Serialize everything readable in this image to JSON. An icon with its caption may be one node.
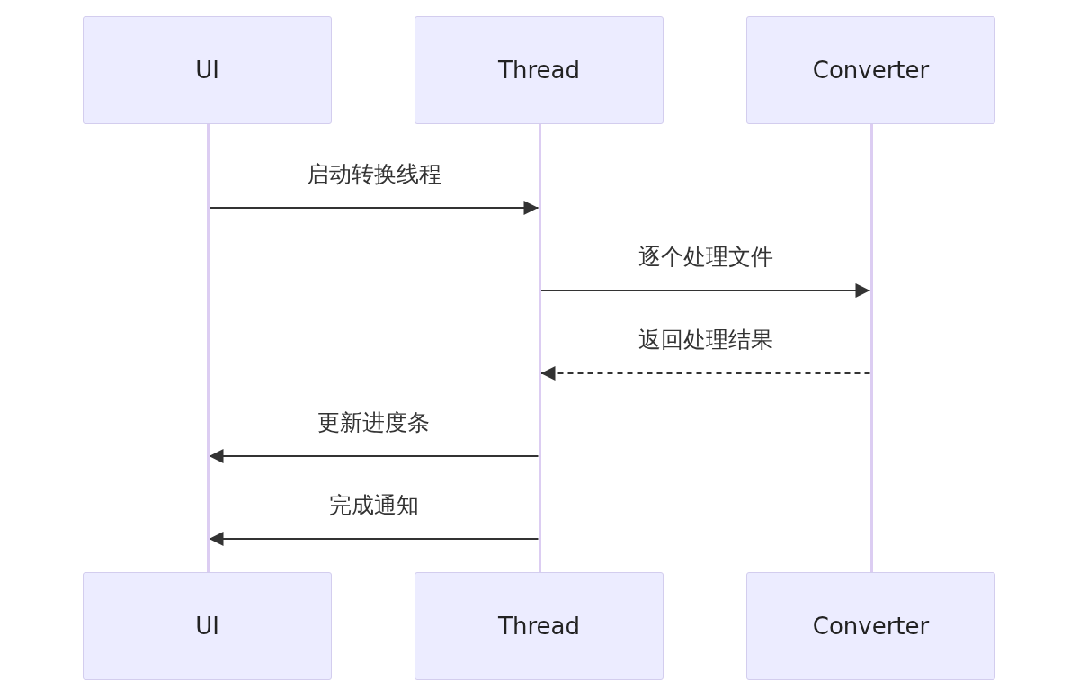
{
  "diagram": {
    "nodes": [
      {
        "text": [
          "UI"
        ]
      },
      {
        "text": [
          "Thread"
        ]
      },
      {
        "text": [
          "Converter"
        ]
      },
      {
        "text": [],
        "shape": "bar"
      },
      {
        "text": [],
        "shape": "bar"
      },
      {
        "text": [],
        "shape": "bar"
      },
      {
        "text": [
          "UI"
        ]
      },
      {
        "text": [
          "Thread"
        ]
      },
      {
        "text": [
          "Converter"
        ]
      }
    ],
    "edges": [
      {
        "from": 3,
        "to": 4,
        "arrow": "to",
        "label": "启动转换线程"
      },
      {
        "from": 4,
        "to": 5,
        "arrow": "to",
        "label": "逐个处理文件"
      },
      {
        "from": 5,
        "to": 4,
        "arrow": "to",
        "label": "返回处理结果",
        "style": "dashed"
      },
      {
        "from": 4,
        "to": 3,
        "arrow": "to",
        "label": "更新进度条"
      },
      {
        "from": 4,
        "to": 3,
        "arrow": "to",
        "label": "完成通知"
      }
    ]
  }
}
